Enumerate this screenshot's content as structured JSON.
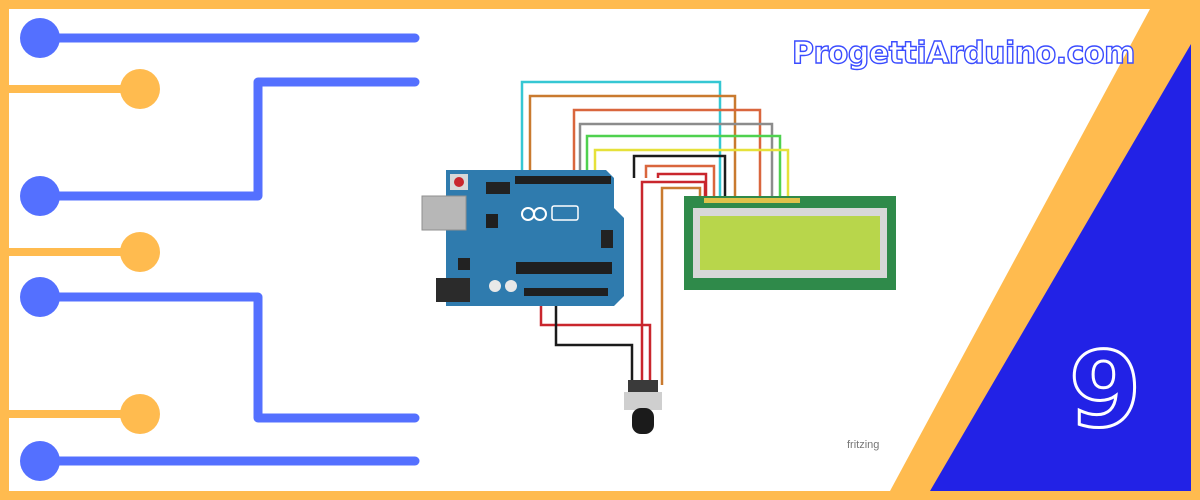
{
  "site_title": "ProgettiArduino.com",
  "part_number": "9",
  "credit": "fritzing",
  "colors": {
    "frame_yellow": "#ffbb4f",
    "trace_blue": "#5470ff",
    "panel_blue": "#2222e6",
    "arduino_board": "#2f7bae",
    "lcd_screen": "#b8d64b",
    "lcd_pcb": "#2f8a4a"
  },
  "icons": {
    "left_graphic": "circuit-traces-icon",
    "board": "arduino-uno-icon",
    "display": "lcd-16x2-icon",
    "pot": "potentiometer-icon"
  }
}
